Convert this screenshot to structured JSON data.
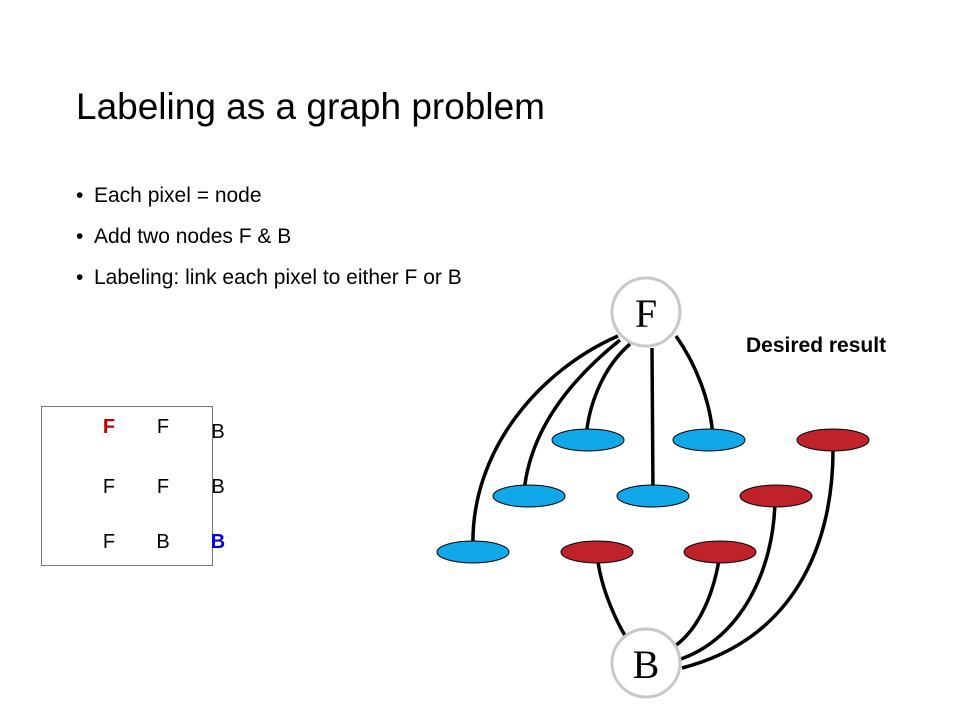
{
  "slide": {
    "title": "Labeling as a graph problem",
    "bullets": [
      "Each pixel = node",
      "Add two nodes F & B",
      "Labeling: link each pixel to either F or B"
    ],
    "result_label": "Desired result"
  },
  "label_grid": {
    "rows": [
      [
        {
          "text": "F",
          "style": "red"
        },
        {
          "text": "F",
          "style": "normal"
        },
        {
          "text": "B",
          "style": "normal"
        }
      ],
      [
        {
          "text": "F",
          "style": "normal"
        },
        {
          "text": "F",
          "style": "normal"
        },
        {
          "text": "B",
          "style": "normal"
        }
      ],
      [
        {
          "text": "F",
          "style": "normal"
        },
        {
          "text": "B",
          "style": "normal"
        },
        {
          "text": "B",
          "style": "blue"
        }
      ]
    ]
  },
  "graph": {
    "terminal_f": "F",
    "terminal_b": "B",
    "pixel_labels": [
      [
        "F",
        "F",
        "B"
      ],
      [
        "F",
        "F",
        "B"
      ],
      [
        "F",
        "B",
        "B"
      ]
    ]
  },
  "colors": {
    "foreground_node": "#10a8e8",
    "background_node": "#c0222c",
    "edge": "#000000",
    "emphasis_f": "#c00000",
    "emphasis_b": "#0000e0"
  }
}
